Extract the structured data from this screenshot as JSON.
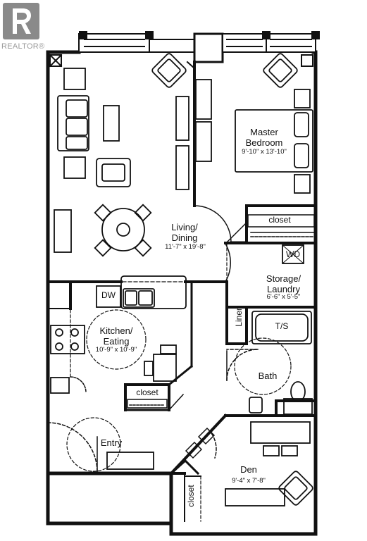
{
  "logo": {
    "text": "REALTOR®"
  },
  "rooms": {
    "master_bedroom": {
      "name": "Master\nBedroom",
      "dim": "9'-10\" x 13'-10\""
    },
    "living_dining": {
      "name": "Living/\nDining",
      "dim": "11'-7\" x 19'-8\""
    },
    "storage_laundry": {
      "name": "Storage/\nLaundry",
      "dim": "6'-6\" x 5'-5\""
    },
    "kitchen_eating": {
      "name": "Kitchen/\nEating",
      "dim": "10'-9\" x 10'-9\""
    },
    "bath": {
      "name": "Bath"
    },
    "entry": {
      "name": "Entry"
    },
    "den": {
      "name": "Den",
      "dim": "9'-4\" x 7'-8\""
    }
  },
  "fixtures": {
    "closet_bedroom": "closet",
    "closet_kitchen": "closet",
    "closet_den": "closet",
    "linen": "Linen",
    "dishwasher": "DW",
    "washer_dryer": "WD",
    "tub_shower": "T/S"
  }
}
